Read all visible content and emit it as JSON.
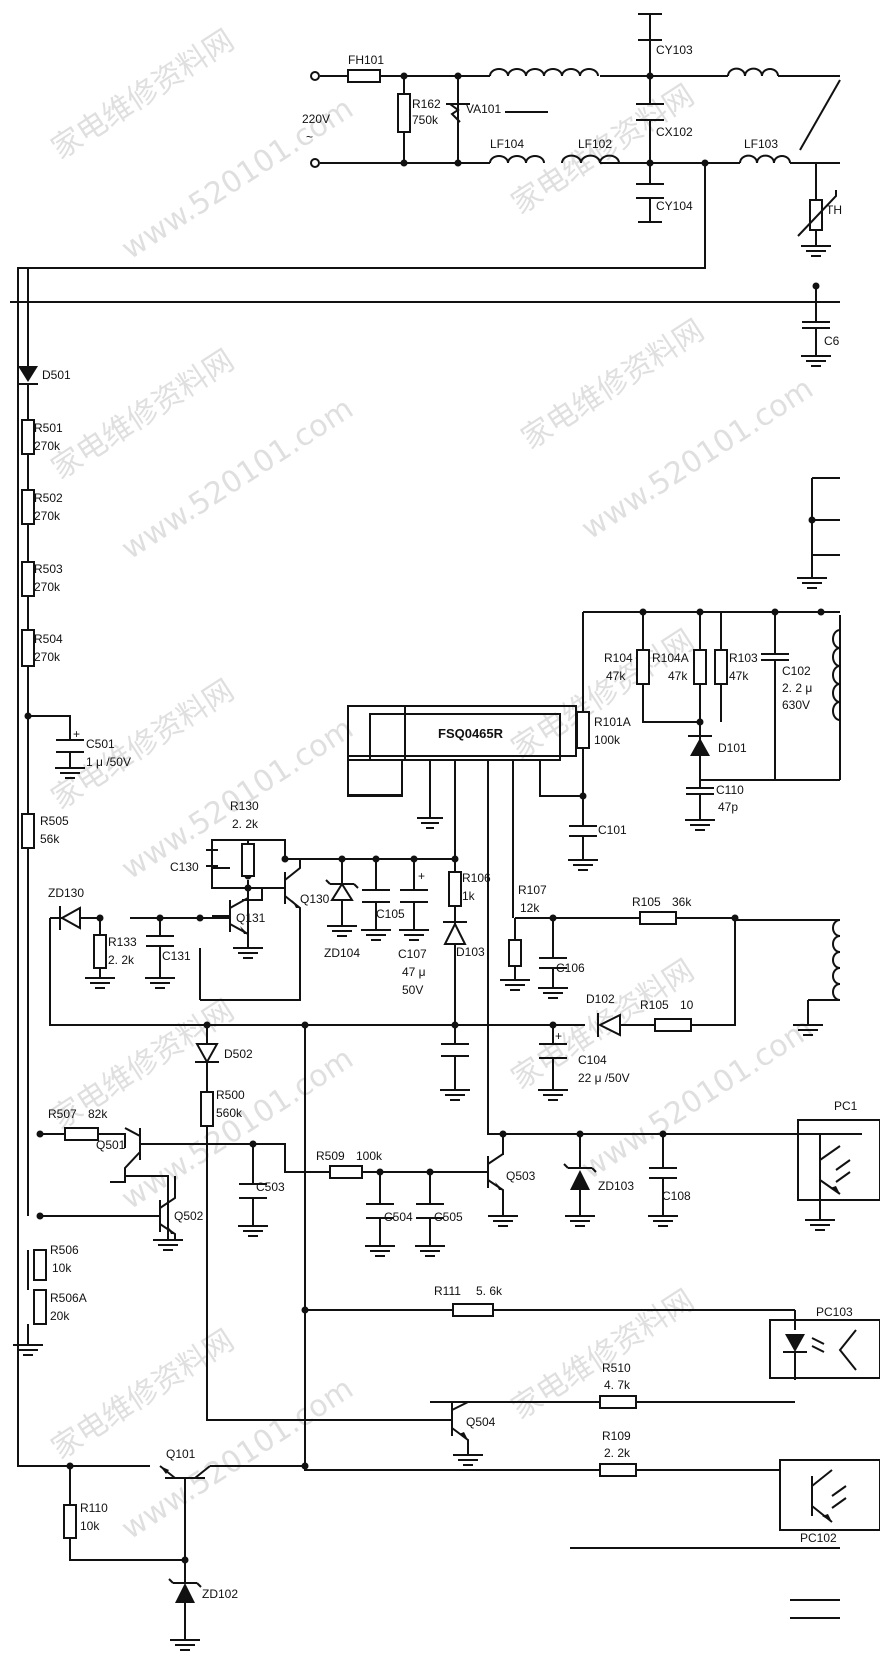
{
  "watermark": {
    "site": "www.520101.com",
    "cn": "家电维修资料网"
  },
  "mains": {
    "voltage": "220V",
    "symbol": "~"
  },
  "ic": {
    "part": "FSQ0465R"
  },
  "labels": {
    "FH101": "FH101",
    "R162": "R162",
    "R162v": "750k",
    "VA101": "VA101",
    "CY103": "CY103",
    "CX102": "CX102",
    "CY104": "CY104",
    "LF104": "LF104",
    "LF102": "LF102",
    "LF103": "LF103",
    "TH": "TH",
    "C6x": "C6",
    "D501": "D501",
    "R501": "R501",
    "R501v": "270k",
    "R502": "R502",
    "R502v": "270k",
    "R503": "R503",
    "R503v": "270k",
    "R504": "R504",
    "R504v": "270k",
    "C501": "C501",
    "C501v": "1 μ /50V",
    "R505": "R505",
    "R505v": "56k",
    "R104": "R104",
    "R104v": "47k",
    "R104A": "R104A",
    "R104Av": "47k",
    "R103": "R103",
    "R103v": "47k",
    "C102": "C102",
    "C102v1": "2. 2 μ",
    "C102v2": "630V",
    "R101A": "R101A",
    "R101Av": "100k",
    "D101": "D101",
    "C110": "C110",
    "C110v": "47p",
    "C101": "C101",
    "R130": "R130",
    "R130v": "2. 2k",
    "C130": "C130",
    "Q131": "Q131",
    "Q130": "Q130",
    "ZD104": "ZD104",
    "C105": "C105",
    "C107": "C107",
    "C107v1": "47 μ",
    "C107v2": "50V",
    "R106": "R106",
    "R106v": "1k",
    "D103": "D103",
    "R107": "R107",
    "R107v": "12k",
    "C106": "C106",
    "R105a": "R105",
    "R105av": "36k",
    "ZD130": "ZD130",
    "R133": "R133",
    "R133v": "2. 2k",
    "C131": "C131",
    "D102": "D102",
    "R105b": "R105",
    "R105bv": "10",
    "C104": "C104",
    "C104v": "22 μ /50V",
    "D502": "D502",
    "R500": "R500",
    "R500v": "560k",
    "R507": "R507",
    "R507v": "82k",
    "Q501": "Q501",
    "Q502": "Q502",
    "C503": "C503",
    "R509": "R509",
    "R509v": "100k",
    "C504": "C504",
    "C505": "C505",
    "Q503": "Q503",
    "ZD103": "ZD103",
    "C108": "C108",
    "PC1x": "PC1",
    "R506": "R506",
    "R506v": "10k",
    "R506A": "R506A",
    "R506Av": "20k",
    "R111": "R111",
    "R111v": "5. 6k",
    "PC103": "PC103",
    "R510": "R510",
    "R510v": "4. 7k",
    "Q504": "Q504",
    "Q101": "Q101",
    "R109": "R109",
    "R109v": "2. 2k",
    "PC102": "PC102",
    "R110": "R110",
    "R110v": "10k",
    "ZD102": "ZD102"
  }
}
